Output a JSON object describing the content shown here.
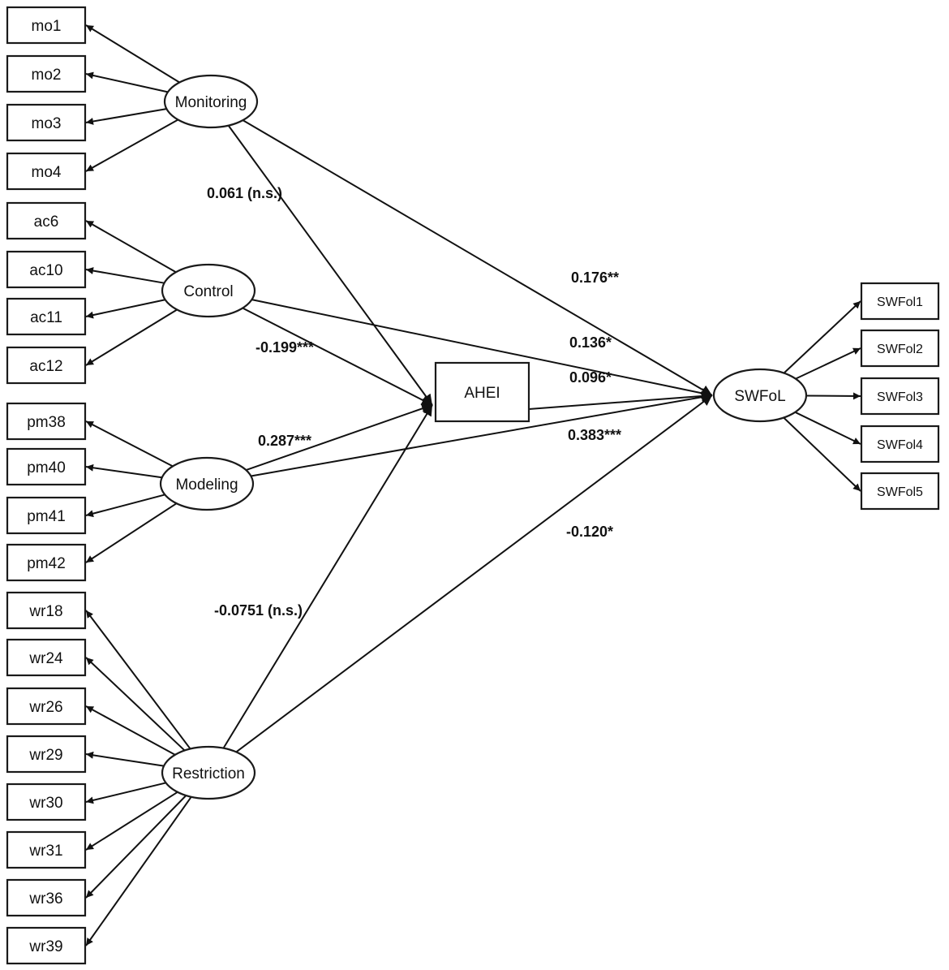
{
  "indicators": {
    "monitoring": [
      "mo1",
      "mo2",
      "mo3",
      "mo4"
    ],
    "control": [
      "ac6",
      "ac10",
      "ac11",
      "ac12"
    ],
    "modeling": [
      "pm38",
      "pm40",
      "pm41",
      "pm42"
    ],
    "restriction": [
      "wr18",
      "wr24",
      "wr26",
      "wr29",
      "wr30",
      "wr31",
      "wr36",
      "wr39"
    ],
    "swfol": [
      "SWFol1",
      "SWFol2",
      "SWFol3",
      "SWFol4",
      "SWFol5"
    ]
  },
  "latents": {
    "monitoring": "Monitoring",
    "control": "Control",
    "modeling": "Modeling",
    "restriction": "Restriction",
    "swfol": "SWFoL"
  },
  "mediator": "AHEI",
  "paths": {
    "monitoring_ahei": "0.061 (n.s.)",
    "monitoring_swfol": "0.176**",
    "control_ahei": "-0.199***",
    "control_swfol": "0.136*",
    "ahei_swfol": "0.096*",
    "modeling_ahei": "0.287***",
    "modeling_swfol": "0.383***",
    "restriction_ahei": "-0.0751 (n.s.)",
    "restriction_swfol": "-0.120*"
  },
  "colors": {
    "stroke": "#111111",
    "fill": "#ffffff"
  }
}
